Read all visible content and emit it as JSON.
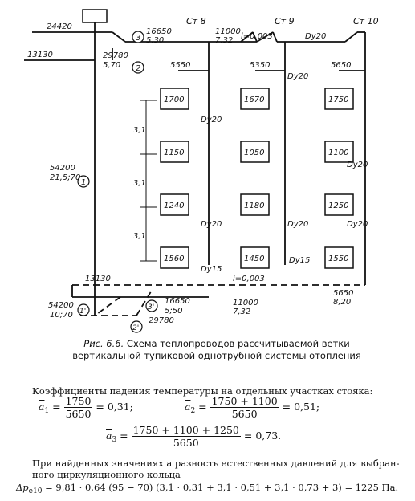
{
  "diagram": {
    "risers": [
      {
        "label": "Ст 8",
        "top_label": "5550",
        "pipe": "Dy20",
        "pipe2": "Dy20",
        "radiators": [
          "1700",
          "1150",
          "1240",
          "1560"
        ]
      },
      {
        "label": "Ст 9",
        "top_label": "5350",
        "pipe": "Dy20",
        "pipe2": "Dy20",
        "radiators": [
          "1670",
          "1050",
          "1180",
          "1450"
        ]
      },
      {
        "label": "Ст 10",
        "top_label": "5650",
        "pipe": "Dy20",
        "pipe2": "Dy20",
        "radiators": [
          "1750",
          "1100",
          "1250",
          "1550"
        ]
      }
    ],
    "supply_labels": [
      "24420",
      "13130",
      "29780",
      "5,70",
      "16650",
      "5,30",
      "11000",
      "7,32",
      "i=0,003",
      "Dy20"
    ],
    "circle_labels": [
      "3",
      "2",
      "1",
      "1'",
      "3'",
      "2'"
    ],
    "main_riser_label": [
      "54200",
      "21,5;70"
    ],
    "bottom_left_label": [
      "54200",
      "10;70"
    ],
    "return_labels": [
      "13130",
      "16650",
      "5;50",
      "29780",
      "11000",
      "7,32",
      "5650",
      "8,20",
      "i=0,003",
      "Dy15",
      "Dy15"
    ],
    "dimensions": [
      "3,1",
      "3,1",
      "3,1"
    ]
  },
  "caption": {
    "fig": "Рис. 6.6.",
    "text": "Схема теплопроводов рассчитываемой ветки вертикальной тупиковой однотрубной системы отопления"
  },
  "text1": "Коэффициенты падения температуры на отдельных участках стояка:",
  "f1": {
    "lhs": "a",
    "sub": "1",
    "num": "1750",
    "den": "5650",
    "res": "= 0,31;"
  },
  "f2": {
    "lhs": "a",
    "sub": "2",
    "num": "1750 + 1100",
    "den": "5650",
    "res": "= 0,51;"
  },
  "f3": {
    "lhs": "a",
    "sub": "3",
    "num": "1750 + 1100 + 1250",
    "den": "5650",
    "res": "= 0,73."
  },
  "text2_line1": "При найденных значениях a разность естественных давлений для выбран-",
  "text2_line2": "ного циркуляционного кольца",
  "f4": {
    "lhs": "Δp",
    "sub": "e10",
    "rhs": "= 9,81 · 0,64 (95 − 70) (3,1 · 0,31 + 3,1 · 0,51 + 3,1 · 0,73 + 3) = 1225 Па."
  }
}
